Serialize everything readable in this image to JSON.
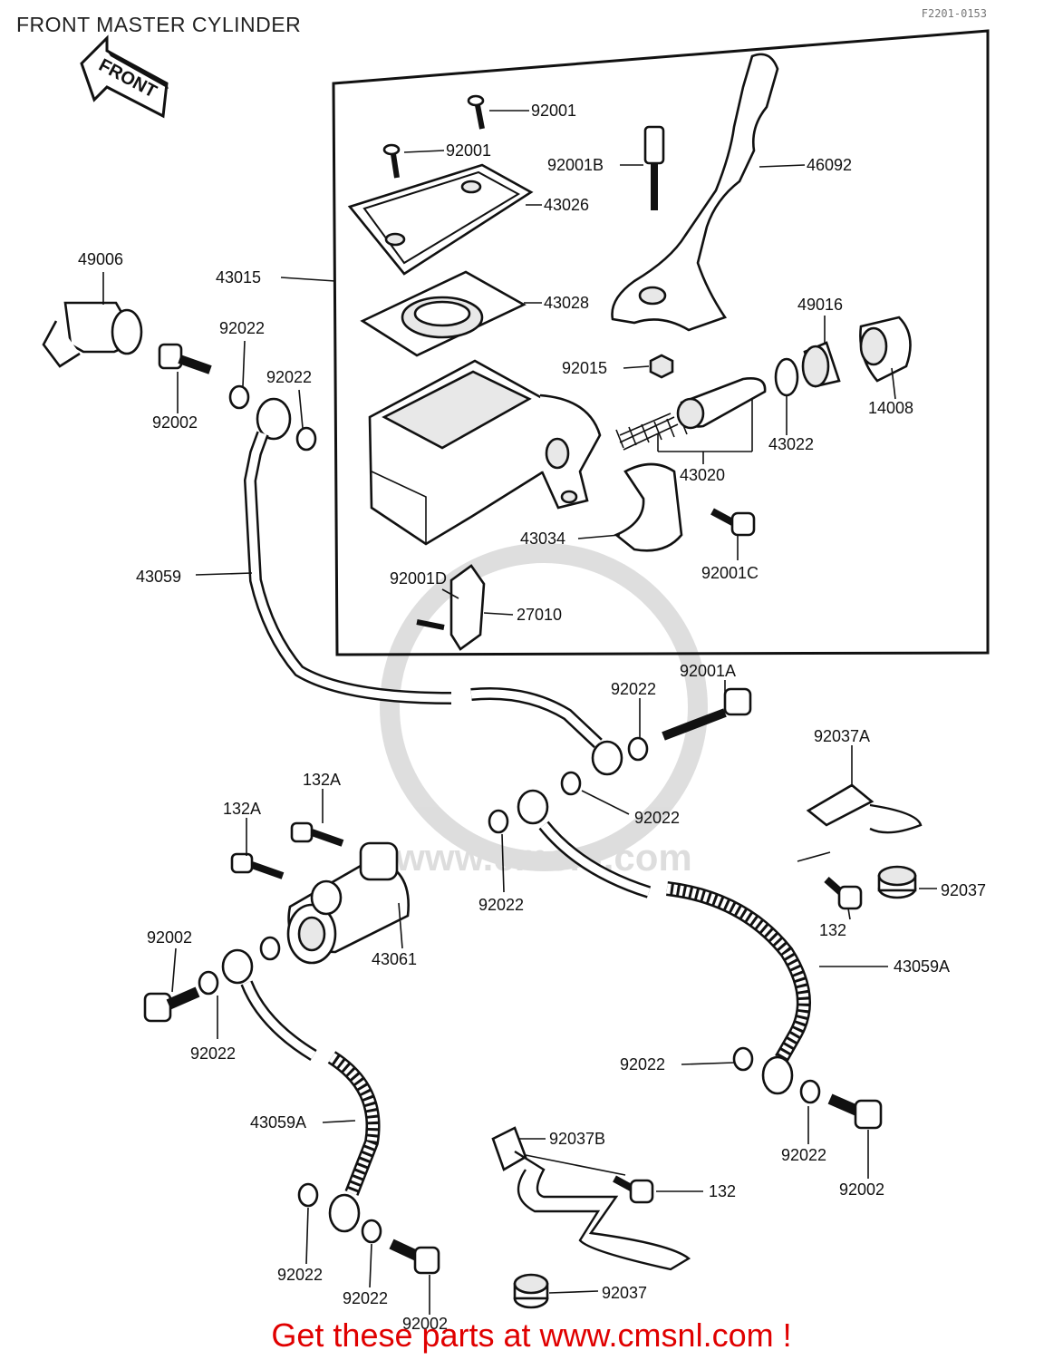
{
  "diagram": {
    "title": "FRONT MASTER CYLINDER",
    "drawing_code": "F2201-0153",
    "front_arrow_text": "FRONT",
    "watermark_text": "www.cmsnl.com",
    "footer": "Get these parts at www.cmsnl.com !",
    "labels": {
      "l_92001_a": "92001",
      "l_92001_b": "92001",
      "l_92001B": "92001B",
      "l_46092": "46092",
      "l_43026": "43026",
      "l_49006": "49006",
      "l_43015": "43015",
      "l_43028": "43028",
      "l_49016": "49016",
      "l_92022_a": "92022",
      "l_92022_b": "92022",
      "l_92015": "92015",
      "l_14008": "14008",
      "l_92002_a": "92002",
      "l_43022": "43022",
      "l_43020": "43020",
      "l_43034": "43034",
      "l_43059": "43059",
      "l_92001D": "92001D",
      "l_92001C": "92001C",
      "l_27010": "27010",
      "l_92001A": "92001A",
      "l_92022_c": "92022",
      "l_92037A": "92037A",
      "l_132A_a": "132A",
      "l_132A_b": "132A",
      "l_92022_d": "92022",
      "l_92022_e": "92022",
      "l_92037_a": "92037",
      "l_132_a": "132",
      "l_92002_b": "92002",
      "l_43061": "43061",
      "l_43059A_a": "43059A",
      "l_92022_f": "92022",
      "l_92022_g": "92022",
      "l_92037B": "92037B",
      "l_92022_h": "92022",
      "l_43059A_b": "43059A",
      "l_92002_c": "92002",
      "l_132_b": "132",
      "l_92022_i": "92022",
      "l_92022_j": "92022",
      "l_92037_b": "92037",
      "l_92002_d": "92002"
    }
  }
}
